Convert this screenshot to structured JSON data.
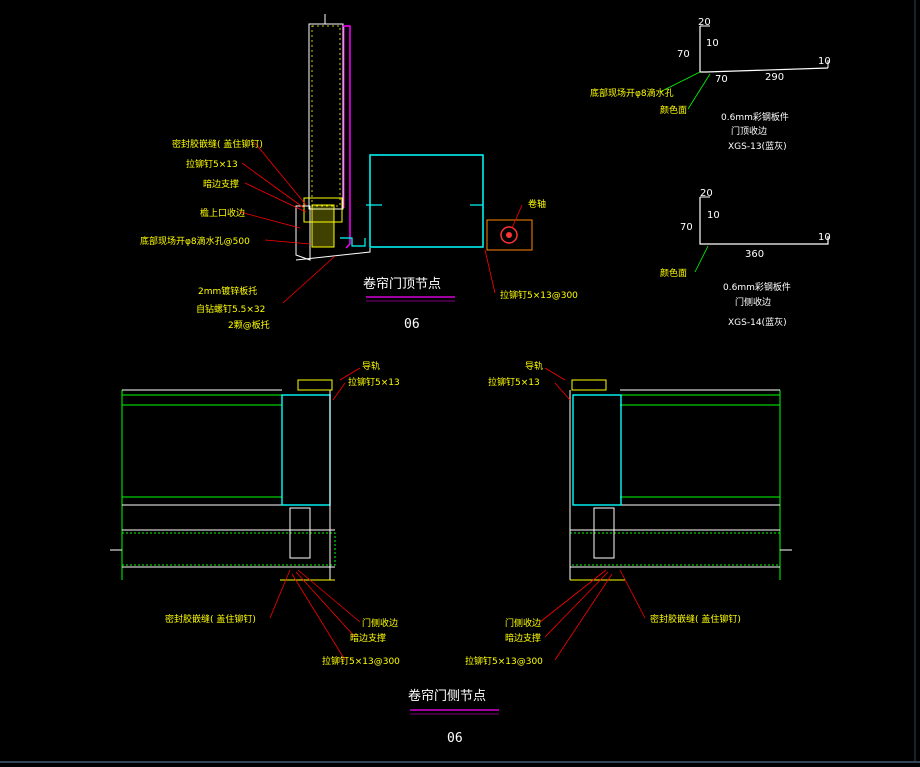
{
  "colors": {
    "background": "#000000",
    "leader": "#ff0000",
    "annotation": "#ffff00",
    "profile": "#00ffff",
    "wall": "#00ff00",
    "cladding": "#ffff00",
    "title_underline": "#ff00ff",
    "dimension": "#ffffff"
  },
  "top_detail": {
    "title": "卷帘门顶节点",
    "scale": "06",
    "labels": {
      "sealant": "密封胶嵌缝( 盖住铆钉)",
      "rivet_top": "拉铆钉5×13",
      "support_top": "暗边支撑",
      "upper_flashing": "檐上口收边",
      "drain_hole": "底部现场开φ8滴水孔@500",
      "plate": "2mm镀锌板托",
      "screw": "自钻螺钉5.5×32",
      "screw_spacing": "2颗@板托",
      "motor": "卷轴",
      "rivet_spacing": "拉铆钉5×13@300"
    }
  },
  "profile_13": {
    "dims": {
      "top": "20",
      "return": "10",
      "height": "70",
      "foot": "70",
      "length": "290",
      "end": "10"
    },
    "drain": "底部现场开φ8滴水孔",
    "color_face": "颜色面",
    "material": "0.6mm彩钢板件",
    "name": "门顶收边",
    "code": "XGS-13(蓝灰)"
  },
  "profile_14": {
    "dims": {
      "top": "20",
      "return": "10",
      "height": "70",
      "length": "360",
      "end": "10"
    },
    "color_face": "颜色面",
    "material": "0.6mm彩钢板件",
    "name": "门侧收边",
    "code": "XGS-14(蓝灰)"
  },
  "side_detail": {
    "title": "卷帘门侧节点",
    "scale": "06",
    "left": {
      "guide": "导轨",
      "rivet": "拉铆钉5×13",
      "sealant": "密封胶嵌缝( 盖住铆钉)",
      "side_flashing": "门侧收边",
      "support": "暗边支撑",
      "rivet_spacing": "拉铆钉5×13@300"
    },
    "right": {
      "guide": "导轨",
      "rivet": "拉铆钉5×13",
      "sealant": "密封胶嵌缝( 盖住铆钉)",
      "side_flashing": "门侧收边",
      "support": "暗边支撑",
      "rivet_spacing": "拉铆钉5×13@300"
    }
  }
}
